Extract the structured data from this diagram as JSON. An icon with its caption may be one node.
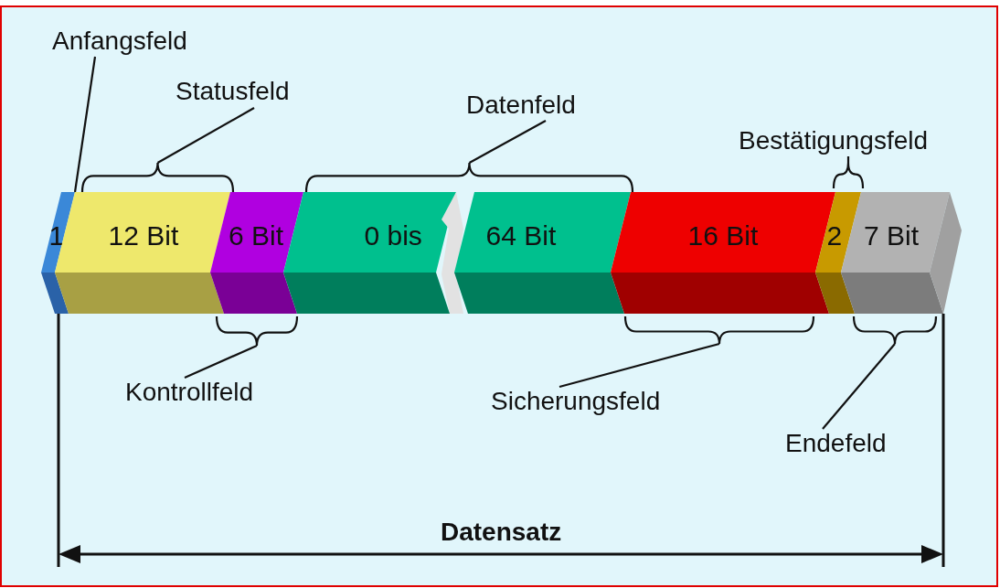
{
  "diagram": {
    "nodes": [
      {
        "text": [
          "1"
        ]
      },
      {
        "text": [
          "12 Bit"
        ]
      },
      {
        "text": [
          "6 Bit"
        ]
      },
      {
        "text": [
          "0 bis"
        ]
      },
      {
        "text": [
          "64 Bit"
        ]
      },
      {
        "text": [
          "16 Bit"
        ]
      },
      {
        "text": [
          "2"
        ]
      },
      {
        "text": [
          "7 Bit"
        ]
      },
      {
        "text": [
          "Anfangsfeld"
        ]
      },
      {
        "text": [
          "Statusfeld"
        ]
      },
      {
        "text": [],
        "shape": "bracket"
      },
      {
        "text": [
          "Datenfeld"
        ]
      },
      {
        "text": [],
        "shape": "bracket"
      },
      {
        "text": [
          "Bestätigungsfeld"
        ]
      },
      {
        "text": [],
        "shape": "bracket"
      },
      {
        "text": [],
        "shape": "bracket"
      },
      {
        "text": [
          "Kontrollfeld"
        ]
      },
      {
        "text": [],
        "shape": "bracket"
      },
      {
        "text": [
          "Sicherungsfeld"
        ]
      },
      {
        "text": [],
        "shape": "bracket"
      },
      {
        "text": [
          "Endefeld"
        ]
      }
    ],
    "edges": [
      {
        "from": 8,
        "to": 0,
        "arrow": "none"
      },
      {
        "from": 9,
        "to": 10,
        "arrow": "none"
      },
      {
        "from": 11,
        "to": 12,
        "arrow": "none"
      },
      {
        "from": 13,
        "to": 14,
        "arrow": "none"
      },
      {
        "from": 16,
        "to": 15,
        "arrow": "none"
      },
      {
        "from": 18,
        "to": 17,
        "arrow": "none"
      },
      {
        "from": 20,
        "to": 19,
        "arrow": "none"
      }
    ],
    "labels": [
      "Datensatz"
    ]
  }
}
